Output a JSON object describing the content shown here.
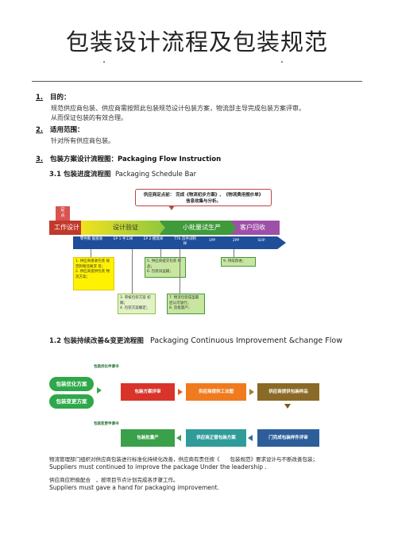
{
  "title": "包装设计流程及包装规范",
  "sections": {
    "s1": {
      "num": "1.",
      "heading": "目的：",
      "lines": [
        "规范供应商包装、供应商需按照此包装规范设计包装方案，物流部主导完成包装方案评审。",
        "从而保证包装的有效合理。"
      ]
    },
    "s2": {
      "num": "2.",
      "heading": "适用范围：",
      "lines": [
        "针对所有供应商包装。"
      ]
    },
    "s3": {
      "num": "3.",
      "heading": "包装方案设计流程图：Packaging Flow Instruction"
    }
  },
  "sub1": {
    "label": "3.1 包装进度流程图",
    "en": "Packaging Schedule Bar"
  },
  "sched": {
    "callout": [
      "供应商定点前： 完成《物流初步方案》、《物流费用报价单》",
      "信息收集与分析。"
    ],
    "flag": [
      "定",
      "点"
    ],
    "phases": [
      "工作设计",
      "设计验证",
      "小批量试生产",
      "客户回收"
    ],
    "steps": [
      "零件数 据接收",
      "EP 1 手工样",
      "EP 2 模具样",
      "TT0 首件试制样",
      "1PP",
      "2PP",
      "SOP"
    ],
    "boxes": {
      "a": [
        "1. 供应商接收包装 规范和物流要求 等；",
        "2. 供应商提供包装 物流方案；"
      ],
      "b": [
        "3. 审核包装方案 初稿；",
        "4. 包装方案确定；"
      ],
      "c": [
        "5. 供应商提交包装 样品；",
        "6. 包装试运输；"
      ],
      "d": [
        "7. 物流包装成型最 后认可放行；",
        "8. 首批量产；"
      ],
      "e": [
        "9. 持续改进；"
      ]
    }
  },
  "sub2": {
    "label": "1.2 包装持续改善&变更流程图",
    "en": "Packaging Continuous Improvement &change Flow"
  },
  "flow": {
    "ovals": [
      "包装优化方案",
      "包装变更方案"
    ],
    "notes": [
      "包装优化申请书",
      "包装变更申请书"
    ],
    "boxes": [
      "包装方案评审",
      "供应商提供工业图",
      "供应商提供包装样品",
      "包装批量产",
      "供应商正替包装方案",
      "门完成包装样件评审"
    ]
  },
  "footer": {
    "zh1": "物流管理部门组织对供应商包装进行标准化持续化改善，供应商有责任按《　　包装规范》要求设计与不断改善包装；",
    "en1": "Suppliers must continued to improve the package Under the leadership .",
    "zh2": "供应商应积极配合　，按项目节点计划完成各步骤工作。",
    "en2": "Suppliers must gave  a hand for packaging improvement."
  }
}
